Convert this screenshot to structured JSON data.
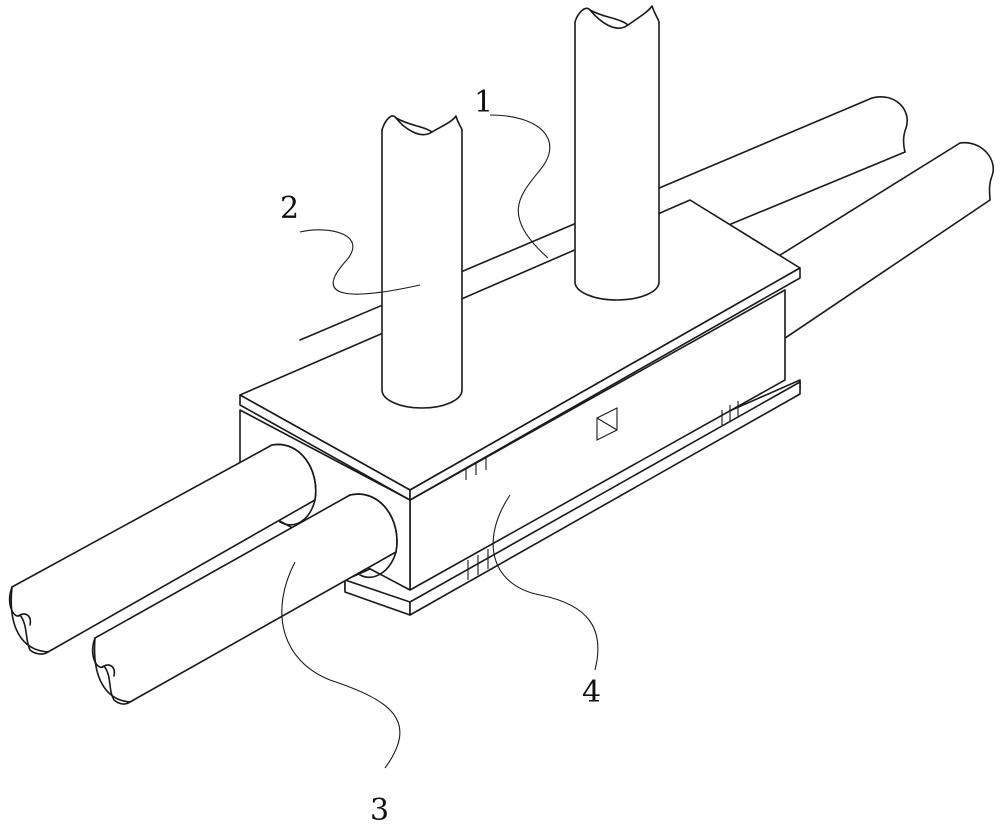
{
  "labels": {
    "l1": "1",
    "l2": "2",
    "l3": "3",
    "l4": "4"
  },
  "colors": {
    "stroke": "#1a1a1a",
    "background": "#ffffff"
  }
}
